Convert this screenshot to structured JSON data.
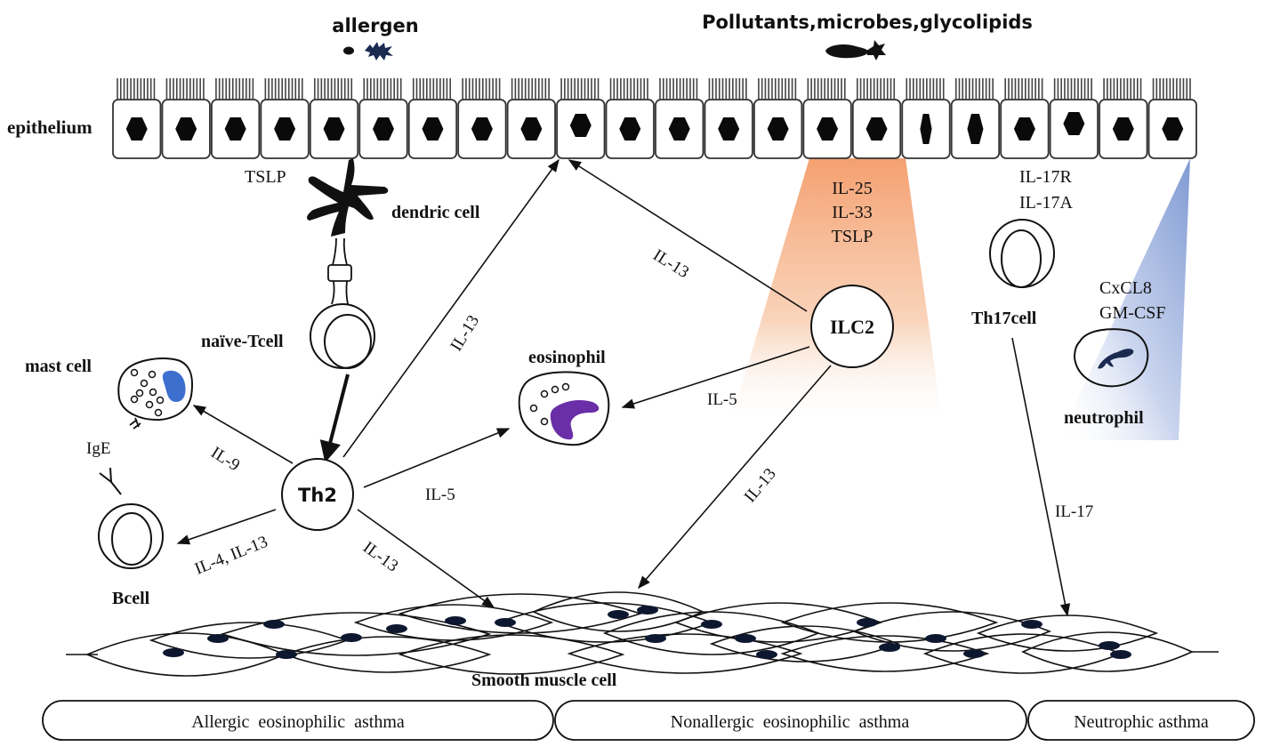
{
  "stimuli": {
    "allergen": "allergen",
    "pollutants": "Pollutants,microbes,glycolipids"
  },
  "epithelium": {
    "label": "epithelium",
    "cell_count": 22
  },
  "cells": {
    "dendritic": "dendric cell",
    "naive_t": "naïve-Tcell",
    "mast": "mast cell",
    "th2": "Th2",
    "bcell": "Bcell",
    "eosinophil": "eosinophil",
    "ilc2": "ILC2",
    "th17": "Th17cell",
    "neutrophil": "neutrophil",
    "smooth_muscle": "Smooth muscle cell"
  },
  "mediators": {
    "tslp_dc": "TSLP",
    "ige": "IgE",
    "il9": "IL-9",
    "il4_il13": "IL-4, IL-13",
    "th2_il13_epi": "IL-13",
    "th2_il5": "IL-5",
    "th2_il13_smc": "IL-13",
    "ilc2_il13_epi": "IL-13",
    "ilc2_il5": "IL-5",
    "ilc2_il13_smc": "IL-13",
    "epi_alarmins": [
      "IL-25",
      "IL-33",
      "TSLP"
    ],
    "il17r": "IL-17R",
    "il17a": "IL-17A",
    "cxcl8": "CxCL8",
    "gmcsf": "GM-CSF",
    "il17": "IL-17"
  },
  "colors": {
    "alarmin_gradient": "#f4a273",
    "neutrophil_gradient": "#8fa8d8",
    "mast_nucleus": "#3d6fcf",
    "eos_nucleus": "#6a2ea8",
    "neutro_nucleus": "#1a2a50",
    "ink": "#111111"
  },
  "phenotypes": [
    {
      "label": "Allergic  eosinophilic  asthma"
    },
    {
      "label": "Nonallergic  eosinophilic  asthma"
    },
    {
      "label": "Neutrophic asthma"
    }
  ]
}
